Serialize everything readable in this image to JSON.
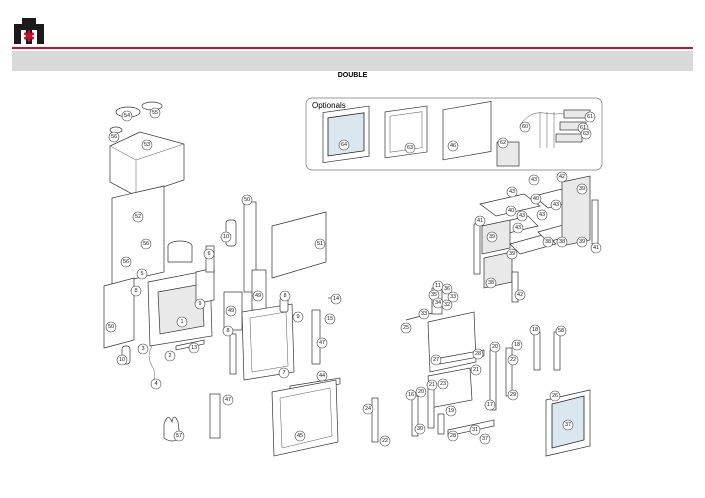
{
  "brand": {
    "logo_icon": "company-logo-icon",
    "accent_color": "#c8102e"
  },
  "document": {
    "title": "DOUBLE"
  },
  "optionals": {
    "label": "Optionals"
  },
  "callouts": [
    {
      "n": "54"
    },
    {
      "n": "55"
    },
    {
      "n": "56"
    },
    {
      "n": "53"
    },
    {
      "n": "52"
    },
    {
      "n": "56"
    },
    {
      "n": "56"
    },
    {
      "n": "50"
    },
    {
      "n": "10"
    },
    {
      "n": "6"
    },
    {
      "n": "51"
    },
    {
      "n": "5"
    },
    {
      "n": "8"
    },
    {
      "n": "49"
    },
    {
      "n": "50"
    },
    {
      "n": "1"
    },
    {
      "n": "9"
    },
    {
      "n": "2"
    },
    {
      "n": "3"
    },
    {
      "n": "10"
    },
    {
      "n": "4"
    },
    {
      "n": "49"
    },
    {
      "n": "8"
    },
    {
      "n": "8"
    },
    {
      "n": "9"
    },
    {
      "n": "14"
    },
    {
      "n": "13"
    },
    {
      "n": "15"
    },
    {
      "n": "47"
    },
    {
      "n": "7"
    },
    {
      "n": "44"
    },
    {
      "n": "47"
    },
    {
      "n": "45"
    },
    {
      "n": "57"
    },
    {
      "n": "64"
    },
    {
      "n": "63"
    },
    {
      "n": "46"
    },
    {
      "n": "62"
    },
    {
      "n": "60"
    },
    {
      "n": "61"
    },
    {
      "n": "61"
    },
    {
      "n": "63"
    },
    {
      "n": "43"
    },
    {
      "n": "43"
    },
    {
      "n": "42"
    },
    {
      "n": "43"
    },
    {
      "n": "40"
    },
    {
      "n": "40"
    },
    {
      "n": "43"
    },
    {
      "n": "43"
    },
    {
      "n": "39"
    },
    {
      "n": "41"
    },
    {
      "n": "43"
    },
    {
      "n": "39"
    },
    {
      "n": "38"
    },
    {
      "n": "38"
    },
    {
      "n": "39"
    },
    {
      "n": "39"
    },
    {
      "n": "41"
    },
    {
      "n": "38"
    },
    {
      "n": "42"
    },
    {
      "n": "11"
    },
    {
      "n": "36"
    },
    {
      "n": "35"
    },
    {
      "n": "33"
    },
    {
      "n": "34"
    },
    {
      "n": "32"
    },
    {
      "n": "33"
    },
    {
      "n": "25"
    },
    {
      "n": "27"
    },
    {
      "n": "28"
    },
    {
      "n": "21"
    },
    {
      "n": "20"
    },
    {
      "n": "18"
    },
    {
      "n": "18"
    },
    {
      "n": "58"
    },
    {
      "n": "22"
    },
    {
      "n": "23"
    },
    {
      "n": "29"
    },
    {
      "n": "21"
    },
    {
      "n": "20"
    },
    {
      "n": "16"
    },
    {
      "n": "24"
    },
    {
      "n": "19"
    },
    {
      "n": "17"
    },
    {
      "n": "22"
    },
    {
      "n": "30"
    },
    {
      "n": "28"
    },
    {
      "n": "31"
    },
    {
      "n": "37"
    },
    {
      "n": "26"
    },
    {
      "n": "37"
    }
  ]
}
